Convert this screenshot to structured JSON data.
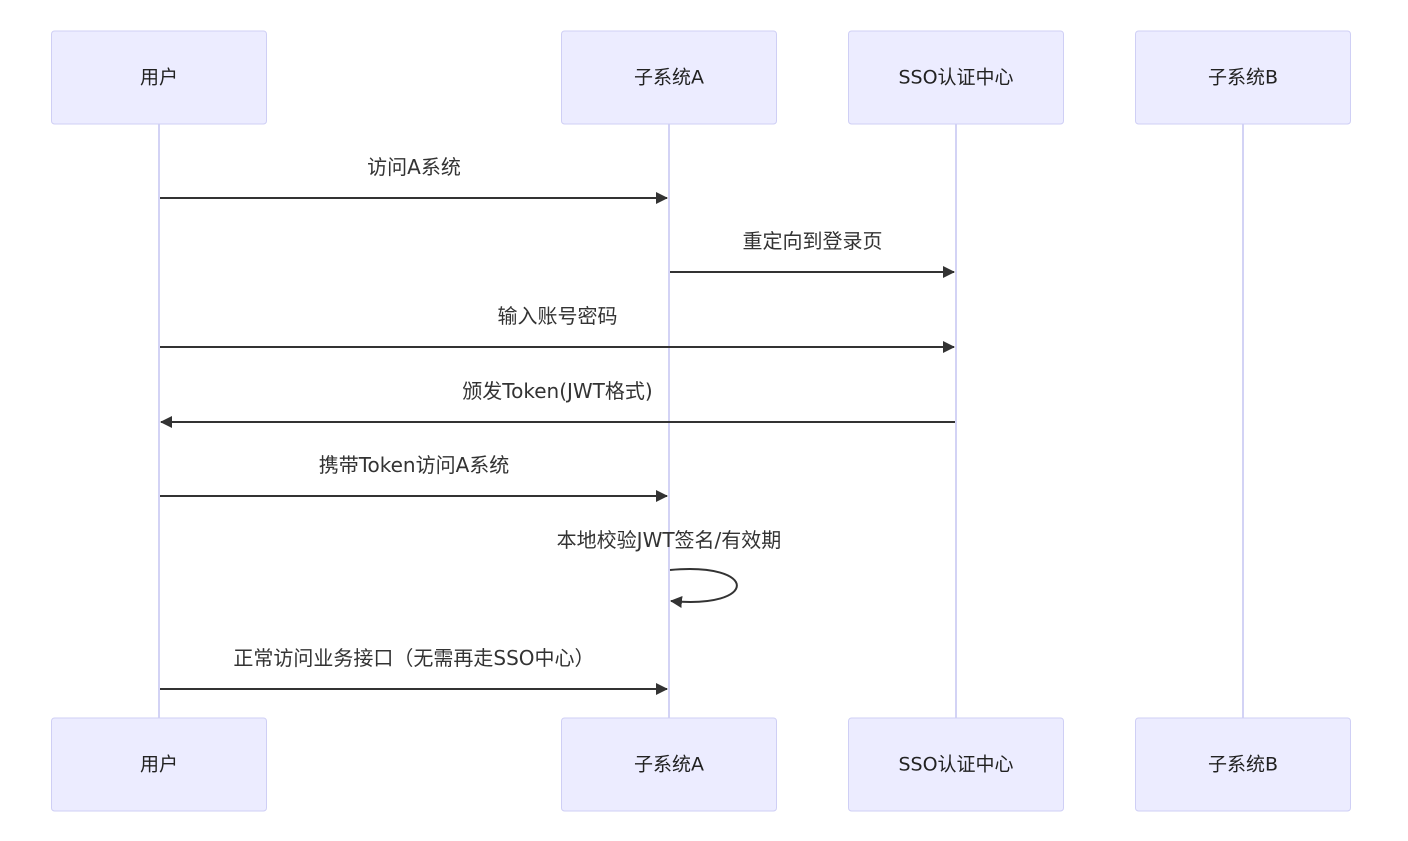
{
  "participants": [
    {
      "id": "user",
      "label": "用户"
    },
    {
      "id": "sysA",
      "label": "子系统A"
    },
    {
      "id": "sso",
      "label": "SSO认证中心"
    },
    {
      "id": "sysB",
      "label": "子系统B"
    }
  ],
  "messages": [
    {
      "from": "user",
      "to": "sysA",
      "label": "访问A系统"
    },
    {
      "from": "sysA",
      "to": "sso",
      "label": "重定向到登录页"
    },
    {
      "from": "user",
      "to": "sso",
      "label": "输入账号密码"
    },
    {
      "from": "sso",
      "to": "user",
      "label": "颁发Token(JWT格式)"
    },
    {
      "from": "user",
      "to": "sysA",
      "label": "携带Token访问A系统"
    },
    {
      "from": "sysA",
      "to": "sysA",
      "label": "本地校验JWT签名/有效期"
    },
    {
      "from": "user",
      "to": "sysA",
      "label": "正常访问业务接口（无需再走SSO中心）"
    }
  ],
  "colors": {
    "actor_fill": "#ececff",
    "actor_stroke": "#cfcff5",
    "lifeline": "#d3d3f5",
    "message": "#333333"
  }
}
